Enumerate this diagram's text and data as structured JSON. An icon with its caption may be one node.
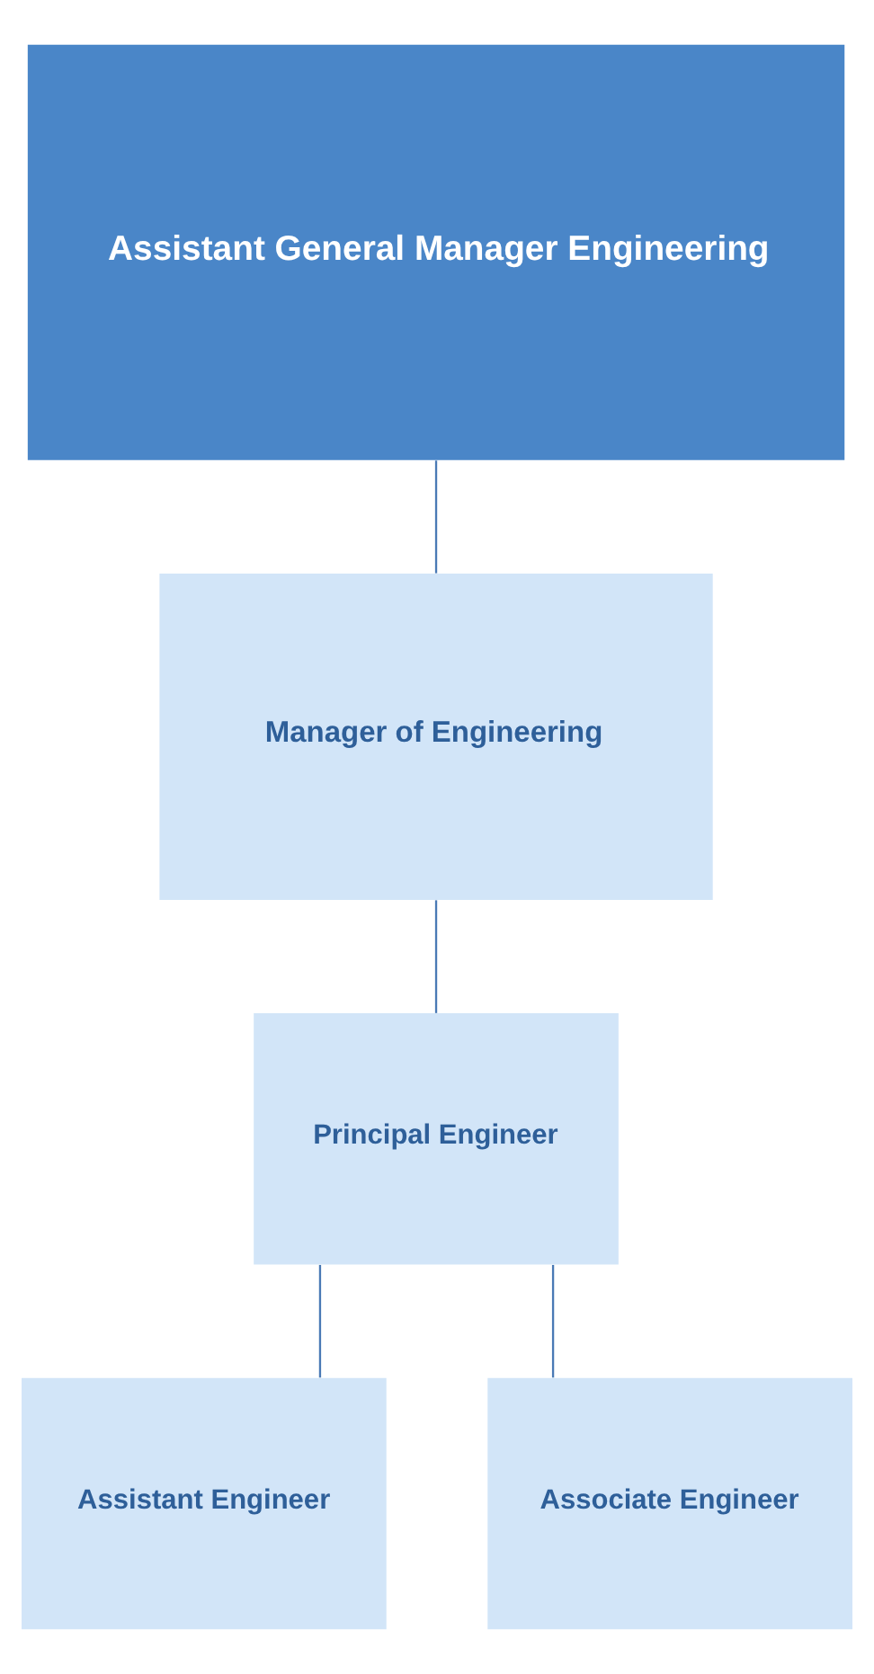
{
  "diagram": {
    "nodes": [
      {
        "text": [
          "Assistant General Manager Engineering"
        ]
      },
      {
        "text": [
          "Manager of Engineering"
        ]
      },
      {
        "text": [
          "Principal Engineer"
        ]
      },
      {
        "text": [
          "Assistant Engineer"
        ]
      },
      {
        "text": [
          "Associate Engineer"
        ]
      }
    ],
    "edges": [
      {
        "from": 0,
        "to": 1,
        "arrow": "none"
      },
      {
        "from": 1,
        "to": 2,
        "arrow": "none"
      },
      {
        "from": 2,
        "to": 3,
        "arrow": "none"
      },
      {
        "from": 2,
        "to": 4,
        "arrow": "none"
      }
    ]
  }
}
